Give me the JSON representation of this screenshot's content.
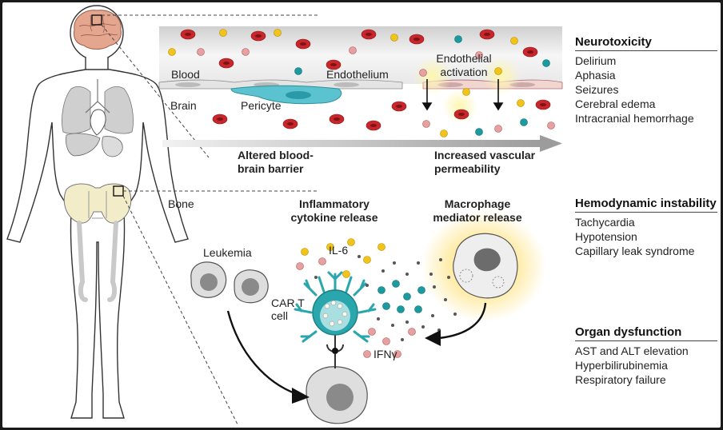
{
  "panels": {
    "neurotoxicity": {
      "title": "Neurotoxicity",
      "items": [
        "Delirium",
        "Aphasia",
        "Seizures",
        "Cerebral edema",
        "Intracranial hemorrhage"
      ]
    },
    "hemodynamic": {
      "title": "Hemodynamic instability",
      "items": [
        "Tachycardia",
        "Hypotension",
        "Capillary leak syndrome"
      ]
    },
    "organ": {
      "title": "Organ dysfunction",
      "items": [
        "AST and ALT elevation",
        "Hyperbilirubinemia",
        "Respiratory failure"
      ]
    }
  },
  "vessel_labels": {
    "blood": "Blood",
    "brain": "Brain",
    "endothelium": "Endothelium",
    "pericyte": "Pericyte",
    "endothelial_activation_1": "Endothelial",
    "endothelial_activation_2": "activation"
  },
  "arrow_labels": {
    "bbb_1": "Altered blood-",
    "bbb_2": "brain barrier",
    "perm_1": "Increased vascular",
    "perm_2": "permeability"
  },
  "bottom_labels": {
    "bone": "Bone",
    "inflammatory_1": "Inflammatory",
    "inflammatory_2": "cytokine release",
    "macrophage_1": "Macrophage",
    "macrophage_2": "mediator release",
    "leukemia": "Leukemia",
    "il6": "IL-6",
    "cart_1": "CAR T",
    "cart_2": "cell",
    "ifng": "IFNγ"
  },
  "colors": {
    "rbc": "#c8262a",
    "il6": "#f2c418",
    "teal": "#1b9aa0",
    "pink": "#e6a0a0",
    "cart": "#2aa6ad",
    "pericyte": "#5bc3cf",
    "brain": "#e5a68f"
  }
}
